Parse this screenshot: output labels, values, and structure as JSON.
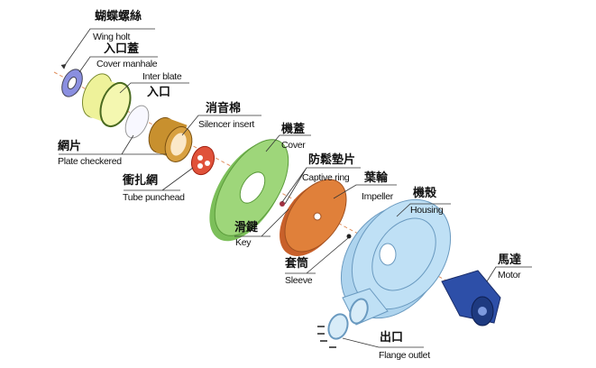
{
  "parts": [
    {
      "zh": "蝴蝶螺絲",
      "en": "Wing holt"
    },
    {
      "zh": "入口蓋",
      "en": "Cover manhale"
    },
    {
      "zh": "入口",
      "en": "Inter blate"
    },
    {
      "zh": "消音棉",
      "en": "Silencer insert"
    },
    {
      "zh": "機蓋",
      "en": "Cover"
    },
    {
      "zh": "防鬆墊片",
      "en": "Captive ring"
    },
    {
      "zh": "葉輪",
      "en": "Impeller"
    },
    {
      "zh": "機殼",
      "en": "Housing"
    },
    {
      "zh": "網片",
      "en": "Plate checkered"
    },
    {
      "zh": "衝扎網",
      "en": "Tube punchead"
    },
    {
      "zh": "滑鍵",
      "en": "Key"
    },
    {
      "zh": "套筒",
      "en": "Sleeve"
    },
    {
      "zh": "馬達",
      "en": "Motor"
    },
    {
      "zh": "出口",
      "en": "Flange outlet"
    }
  ],
  "colors": {
    "wing_bolt": "#8a8fe0",
    "cover_manhole": "#eef29a",
    "silencer": "#c8902e",
    "tube": "#e0523a",
    "cover": "#9ed67a",
    "impeller": "#e0803a",
    "housing": "#bfe0f5",
    "motor": "#2d4fa8"
  }
}
